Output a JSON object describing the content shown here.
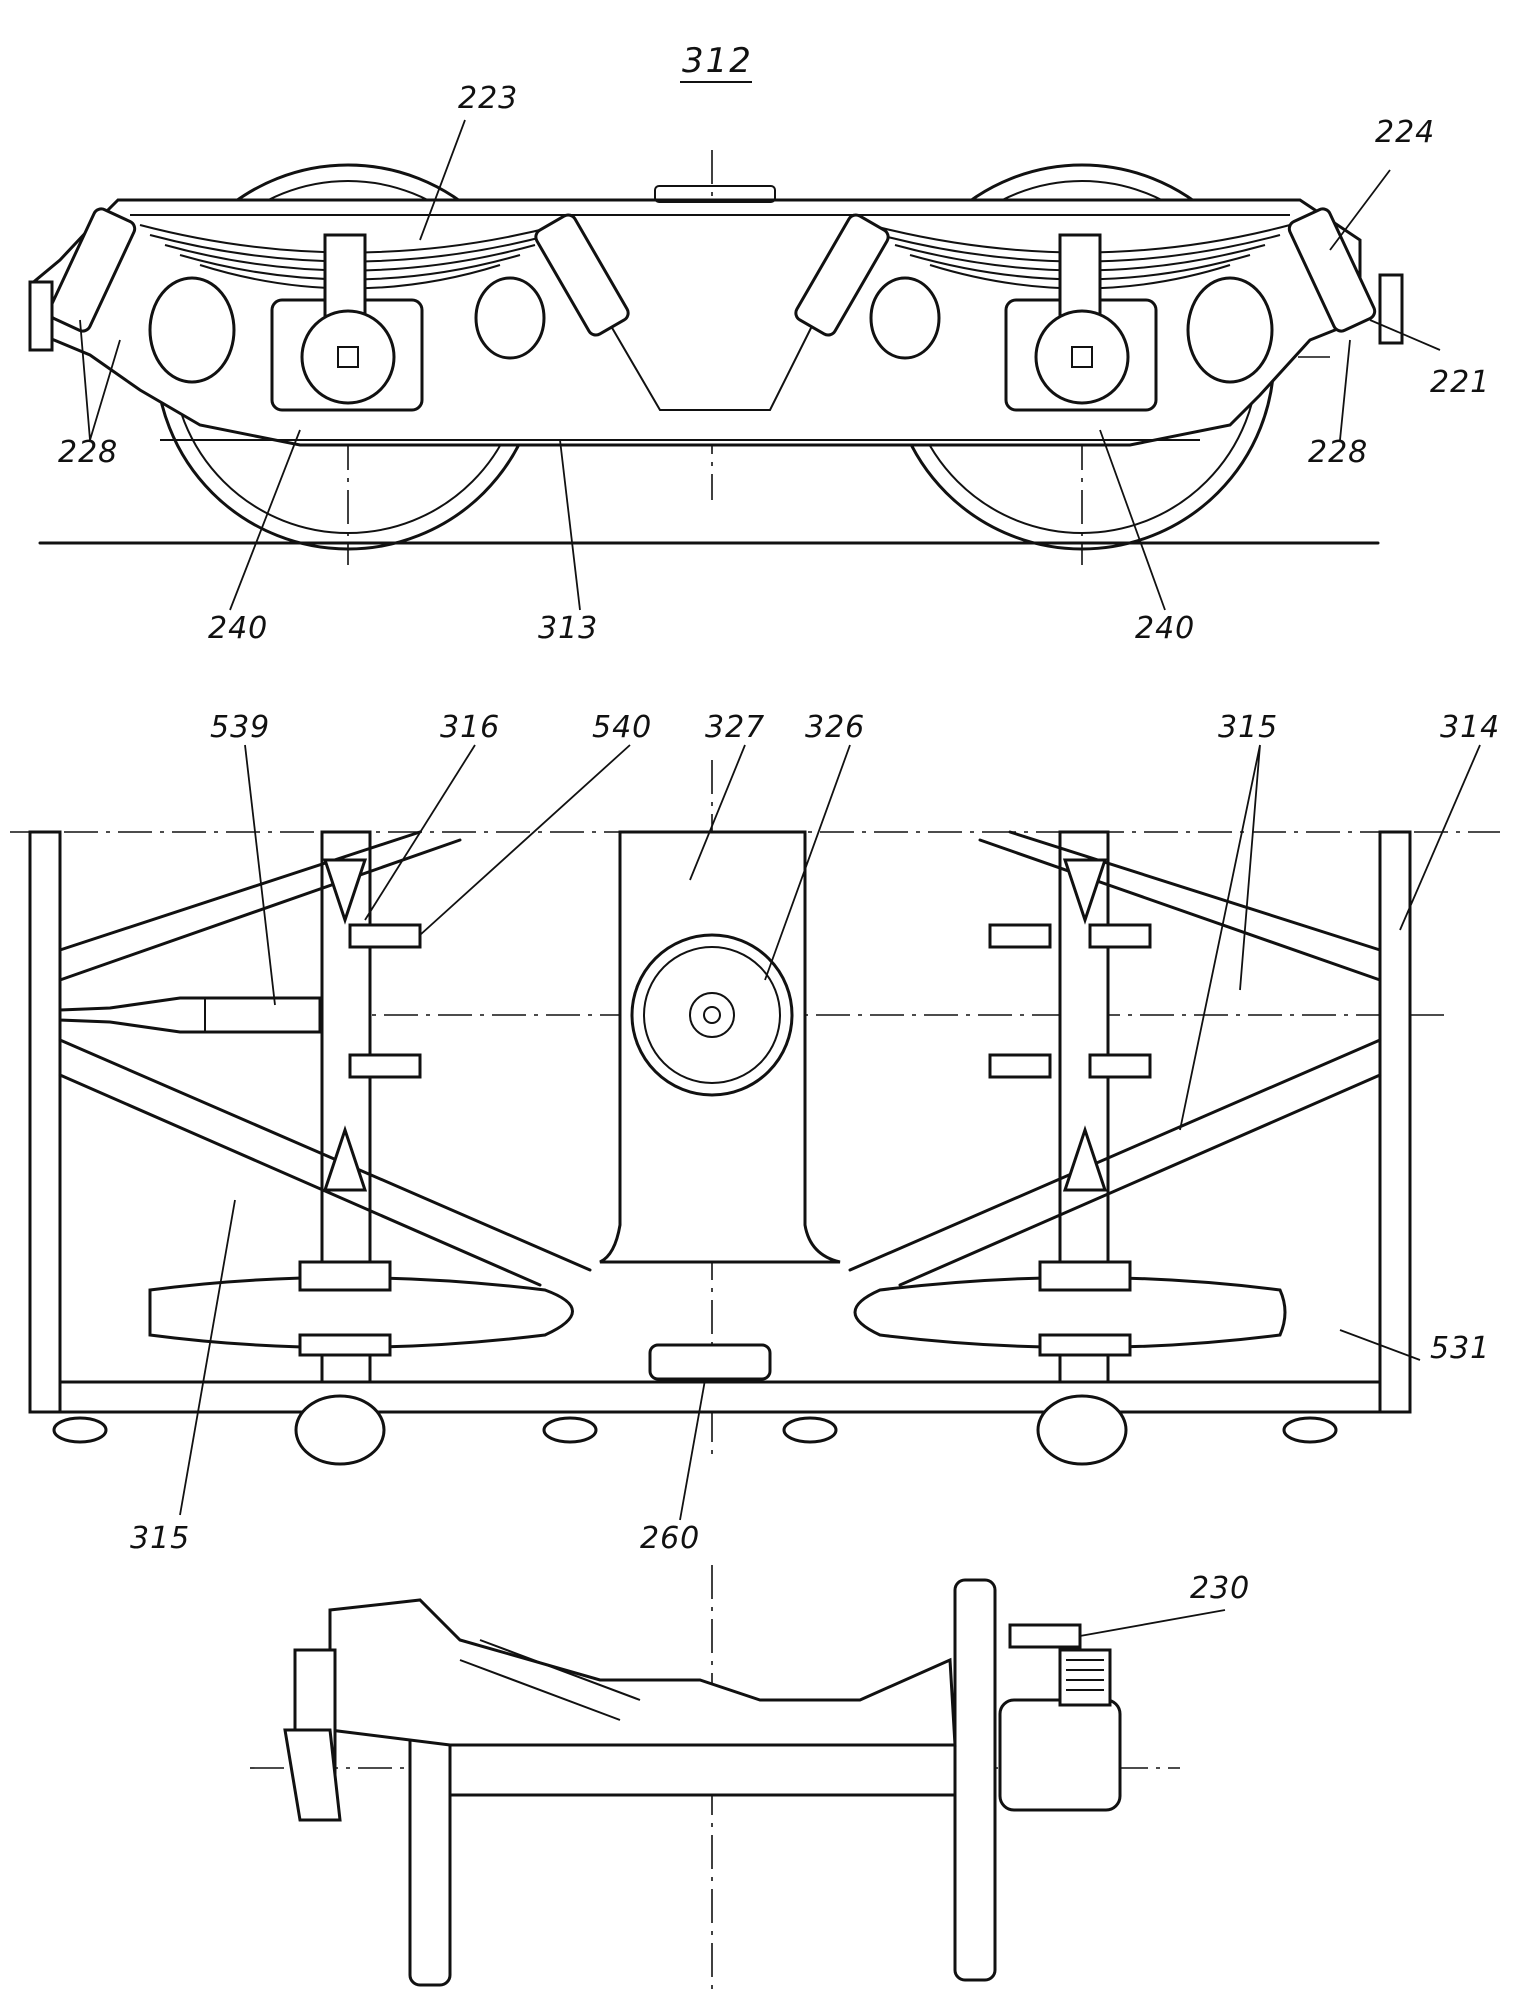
{
  "figure": {
    "title": "312"
  },
  "views": {
    "side": {
      "labels": [
        {
          "key": "l223",
          "text": "223"
        },
        {
          "key": "l224",
          "text": "224"
        },
        {
          "key": "l221",
          "text": "221"
        },
        {
          "key": "l228a",
          "text": "228"
        },
        {
          "key": "l228b",
          "text": "228"
        },
        {
          "key": "l240a",
          "text": "240"
        },
        {
          "key": "l240b",
          "text": "240"
        },
        {
          "key": "l313",
          "text": "313"
        }
      ]
    },
    "plan": {
      "labels": [
        {
          "key": "l539",
          "text": "539"
        },
        {
          "key": "l316",
          "text": "316"
        },
        {
          "key": "l540",
          "text": "540"
        },
        {
          "key": "l327",
          "text": "327"
        },
        {
          "key": "l326",
          "text": "326"
        },
        {
          "key": "l315a",
          "text": "315"
        },
        {
          "key": "l314",
          "text": "314"
        },
        {
          "key": "l531",
          "text": "531"
        },
        {
          "key": "l315b",
          "text": "315"
        },
        {
          "key": "l260",
          "text": "260"
        }
      ]
    },
    "end": {
      "labels": [
        {
          "key": "l230",
          "text": "230"
        }
      ]
    }
  }
}
